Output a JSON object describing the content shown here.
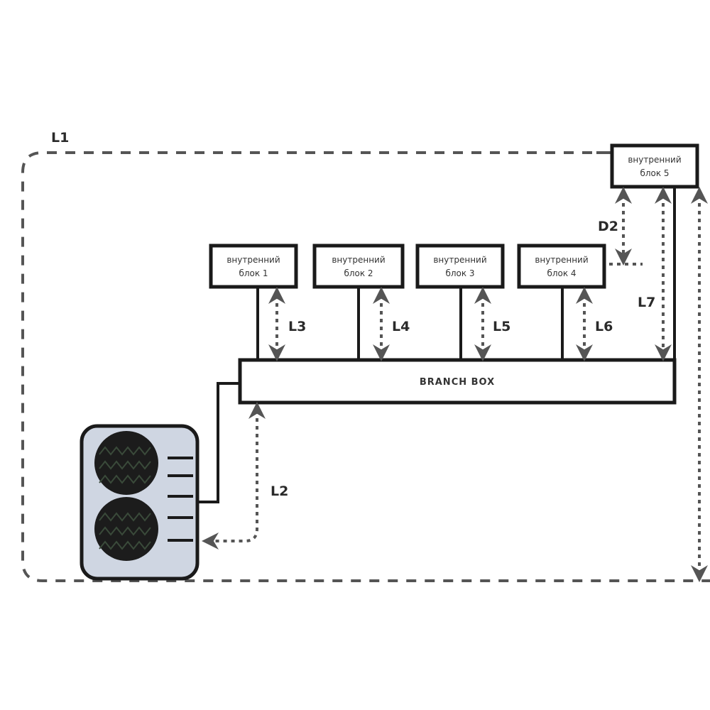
{
  "diagram": {
    "outer_label": "L1",
    "branch_box": {
      "label": "BRANCH BOX"
    },
    "indoor_units": [
      {
        "line1": "внутренний",
        "line2": "блок 1"
      },
      {
        "line1": "внутренний",
        "line2": "блок 2"
      },
      {
        "line1": "внутренний",
        "line2": "блок 3"
      },
      {
        "line1": "внутренний",
        "line2": "блок 4"
      },
      {
        "line1": "внутренний",
        "line2": "блок 5"
      }
    ],
    "dimension_labels": {
      "l2": "L2",
      "l3": "L3",
      "l4": "L4",
      "l5": "L5",
      "l6": "L6",
      "l7": "L7",
      "d2": "D2"
    },
    "colors": {
      "outdoor_unit_body": "#cfd6e2",
      "fan": "#1c1c1c",
      "line": "#1a1a1a",
      "dimension": "#555555"
    }
  }
}
